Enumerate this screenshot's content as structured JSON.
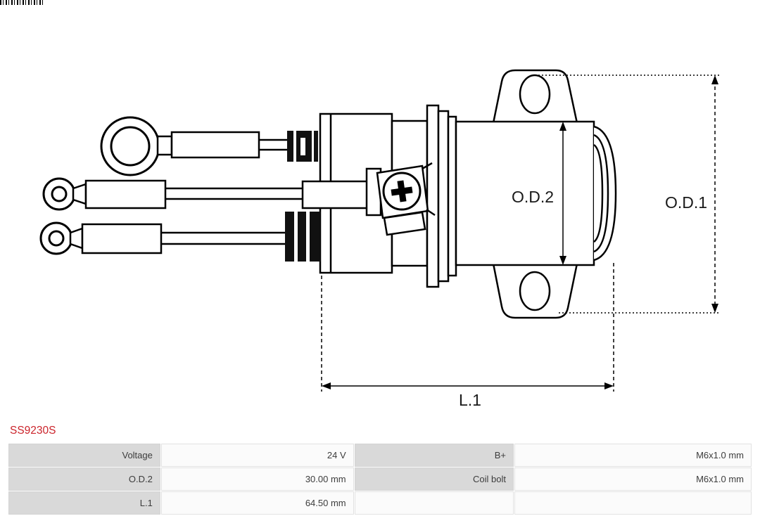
{
  "branding": {
    "part_number": "SS9230S",
    "part_number_color": "#cb242b"
  },
  "diagram": {
    "type": "technical-drawing",
    "subject": "starter-solenoid",
    "labels": {
      "od1": "O.D.1",
      "od2": "O.D.2",
      "l1": "L.1"
    }
  },
  "spec_table": {
    "rows": [
      {
        "label1": "Voltage",
        "value1": "24 V",
        "label2": "B+",
        "value2": "M6x1.0 mm"
      },
      {
        "label1": "O.D.2",
        "value1": "30.00 mm",
        "label2": "Coil bolt",
        "value2": "M6x1.0 mm"
      },
      {
        "label1": "L.1",
        "value1": "64.50 mm",
        "label2": "",
        "value2": ""
      }
    ]
  },
  "colors": {
    "accent_red": "#cb242b",
    "label_cell_bg": "#d9d9d9",
    "value_cell_bg": "#fbfbfb",
    "drawing_line": "#000000"
  }
}
